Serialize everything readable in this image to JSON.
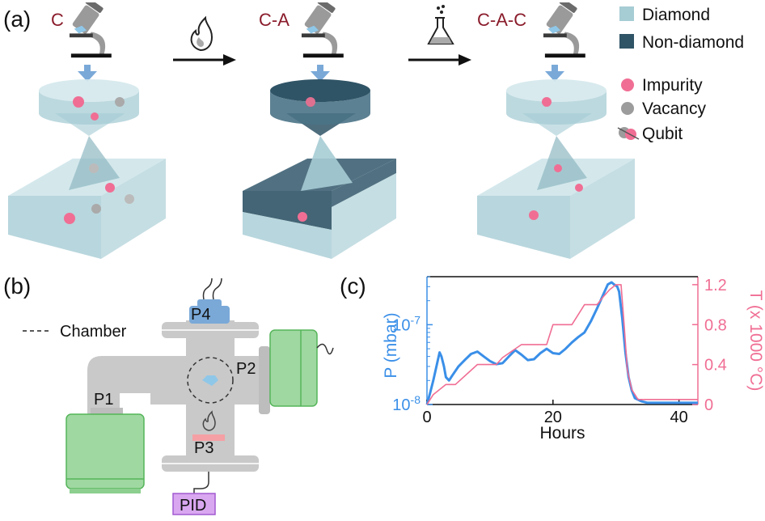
{
  "panel_a": {
    "label": "(a)",
    "stages": [
      "C",
      "C-A",
      "C-A-C"
    ],
    "legend": [
      {
        "text": "Diamond",
        "color": "#a6ccd4"
      },
      {
        "text": "Non-diamond",
        "color": "#2f5466"
      },
      {
        "text": "Impurity",
        "color": "#f06e94"
      },
      {
        "text": "Vacancy",
        "color": "#9c9c9c"
      },
      {
        "text": "Qubit",
        "color": "#f06e94"
      }
    ],
    "icons": [
      "microscope-icon",
      "flame-icon",
      "flask-icon",
      "arrow-right-icon"
    ]
  },
  "panel_b": {
    "label": "(b)",
    "chamber_label": "Chamber",
    "ports": [
      "P1",
      "P2",
      "P3",
      "P4"
    ],
    "pid_label": "PID"
  },
  "panel_c": {
    "label": "(c)"
  },
  "chart_data": {
    "type": "line",
    "xlabel": "Hours",
    "ylabel": "P (mbar)",
    "y2label": "T (x 1000 °C)",
    "xlim": [
      0,
      43
    ],
    "ylim": [
      1e-08,
      4e-07
    ],
    "ylog": true,
    "y2lim": [
      0,
      1.28
    ],
    "xticks": [
      0,
      20,
      40
    ],
    "xtick_labels": [
      "0",
      "20",
      "40"
    ],
    "yticks": [
      1e-08,
      1e-07
    ],
    "ytick_labels": [
      "10-8",
      "10-7"
    ],
    "y2ticks": [
      0,
      0.4,
      0.8,
      1.2
    ],
    "y2tick_labels": [
      "0",
      "0.4",
      "0.8",
      "1.2"
    ],
    "grid": false,
    "series": [
      {
        "color": "#3a8fe8",
        "axis": "left",
        "x": [
          0,
          0.5,
          1,
          1.5,
          2,
          2.3,
          2.7,
          3,
          3.5,
          4,
          5,
          6,
          7,
          8,
          9,
          10,
          11,
          12,
          13,
          14,
          15,
          16,
          17,
          18,
          19,
          20,
          21,
          22,
          23,
          24,
          25,
          26,
          27,
          28,
          28.7,
          29.3,
          29.7,
          30.2,
          30.5,
          31,
          31.5,
          32,
          32.5,
          33,
          34,
          35,
          36,
          38,
          40,
          42,
          43
        ],
        "y": [
          1e-08,
          1.4e-08,
          2e-08,
          3e-08,
          4.5e-08,
          4e-08,
          3e-08,
          2.2e-08,
          2e-08,
          2.3e-08,
          3e-08,
          3.6e-08,
          4.3e-08,
          4.6e-08,
          4e-08,
          3.5e-08,
          3.2e-08,
          3.3e-08,
          4e-08,
          4.8e-08,
          4.2e-08,
          3.6e-08,
          3.7e-08,
          4.4e-08,
          5e-08,
          4.4e-08,
          4.3e-08,
          5e-08,
          6e-08,
          7e-08,
          8e-08,
          1.1e-07,
          1.6e-07,
          2.4e-07,
          3.2e-07,
          3.4e-07,
          3.2e-07,
          3e-07,
          2.6e-07,
          1.2e-07,
          4.5e-08,
          2.2e-08,
          1.5e-08,
          1.2e-08,
          1.1e-08,
          1.05e-08,
          1.05e-08,
          1.05e-08,
          1.05e-08,
          1.05e-08,
          1.05e-08
        ]
      },
      {
        "color": "#f06e94",
        "axis": "right",
        "x": [
          0,
          1,
          2,
          3,
          4,
          4.5,
          8,
          8.5,
          11,
          12,
          15,
          16,
          19,
          20,
          22,
          23,
          25,
          26,
          27,
          28,
          29,
          30,
          30.8,
          31.3,
          31.8,
          32.5,
          33.5,
          35,
          43
        ],
        "y": [
          0,
          0.1,
          0.15,
          0.2,
          0.2,
          0.2,
          0.4,
          0.4,
          0.4,
          0.47,
          0.6,
          0.6,
          0.6,
          0.8,
          0.8,
          0.8,
          1.0,
          1.0,
          1.0,
          1.08,
          1.15,
          1.2,
          1.2,
          0.8,
          0.35,
          0.15,
          0.05,
          0.05,
          0.05
        ]
      }
    ]
  }
}
